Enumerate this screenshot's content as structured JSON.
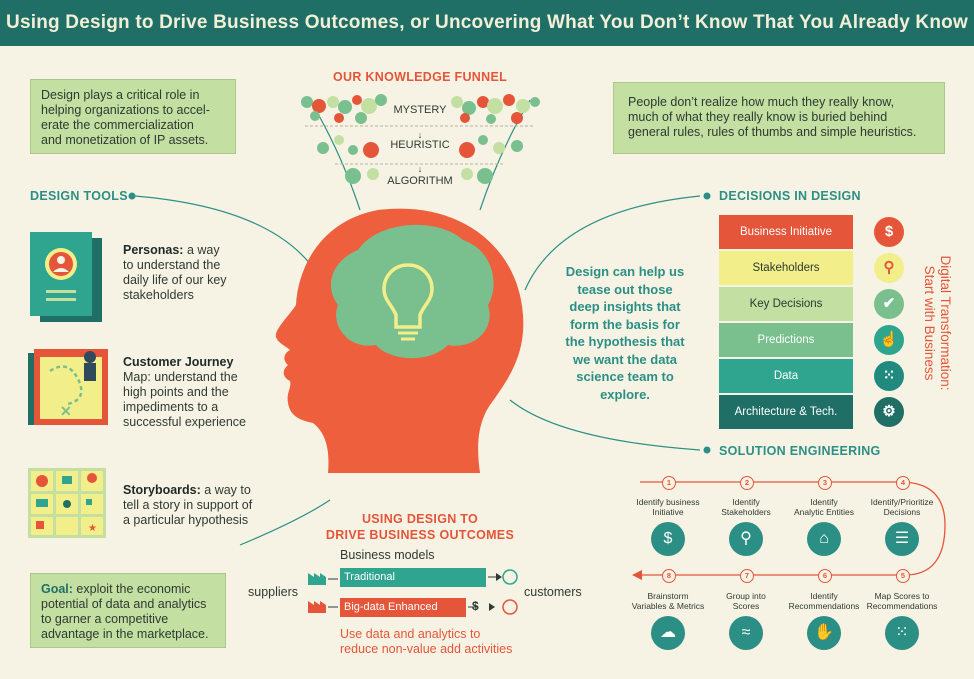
{
  "title": "Using Design to Drive Business Outcomes, or Uncovering What You Don’t Know That You Already Know",
  "intro_box": "Design plays a critical role in helping organizations to accelerate the commercialization and monetization of IP assets.",
  "intro_lines": [
    "Design plays a critical role in",
    "helping organizations to accel-",
    "erate the commercialization",
    "and monetization of IP assets."
  ],
  "knowledge_box_lines": [
    "People don’t realize how much they really know,",
    "much of what they really know is buried behind",
    "general rules, rules of thumbs and simple heuristics."
  ],
  "funnel": {
    "heading": "OUR KNOWLEDGE FUNNEL",
    "levels": [
      "MYSTERY",
      "HEURISTIC",
      "ALGORITHM"
    ]
  },
  "design_tools": {
    "heading": "DESIGN TOOLS",
    "items": [
      {
        "title": "Personas:",
        "lines": [
          "a way",
          "to understand the",
          "daily life of our key",
          "stakeholders"
        ]
      },
      {
        "title": "Customer Journey",
        "lines": [
          "Map: understand the",
          "high points and the",
          "impediments to a",
          "successful experience"
        ]
      },
      {
        "title": "Storyboards:",
        "lines": [
          "a way to",
          "tell a story in support of",
          "a particular hypothesis"
        ]
      }
    ]
  },
  "goal": {
    "label": "Goal:",
    "lines": [
      " exploit the economic",
      "potential of data and analytics",
      "to garner a competitive",
      "advantage in the marketplace."
    ]
  },
  "center_text_lines": [
    "Design can help us",
    "tease out those",
    "deep insights that",
    "form the basis for",
    "the hypothesis that",
    "we want the data",
    "science team to",
    "explore."
  ],
  "decisions": {
    "heading": "DECISIONS IN DESIGN",
    "bands": [
      {
        "label": "Business Initiative",
        "color": "#e4553a",
        "text_color": "#ffffff"
      },
      {
        "label": "Stakeholders",
        "color": "#f2ee8a",
        "text_color": "#2e3a33"
      },
      {
        "label": "Key Decisions",
        "color": "#c3dfa1",
        "text_color": "#2e3a33"
      },
      {
        "label": "Predictions",
        "color": "#79c08e",
        "text_color": "#ffffff"
      },
      {
        "label": "Data",
        "color": "#2fa58f",
        "text_color": "#ffffff"
      },
      {
        "label": "Architecture & Tech.",
        "color": "#1f6f67",
        "text_color": "#ffffff"
      }
    ],
    "icons": [
      {
        "name": "dollar-icon",
        "glyph": "$",
        "color": "#e4553a"
      },
      {
        "name": "search-icon",
        "glyph": "⚲",
        "color": "#f2ee8a"
      },
      {
        "name": "handshake-icon",
        "glyph": "✔",
        "color": "#79c08e"
      },
      {
        "name": "pointer-icon",
        "glyph": "☝",
        "color": "#2fa58f"
      },
      {
        "name": "scatter-icon",
        "glyph": "⁙",
        "color": "#1f8a7d"
      },
      {
        "name": "gear-icon",
        "glyph": "⚙",
        "color": "#1f6f67"
      }
    ],
    "side_text": [
      "Digital Transformation:",
      "Start with Business"
    ]
  },
  "solution": {
    "heading": "SOLUTION ENGINEERING",
    "top_steps": [
      {
        "num": "1",
        "label": [
          "Identify business",
          "Initiative"
        ],
        "icon": "dollar-icon",
        "glyph": "$"
      },
      {
        "num": "2",
        "label": [
          "Identify",
          "Stakeholders"
        ],
        "icon": "search-icon",
        "glyph": "⚲"
      },
      {
        "num": "3",
        "label": [
          "Identify",
          "Analytic Entities"
        ],
        "icon": "easel-icon",
        "glyph": "⌂"
      },
      {
        "num": "4",
        "label": [
          "Identify/Prioritize",
          "Decisions"
        ],
        "icon": "clipboard-icon",
        "glyph": "☰"
      }
    ],
    "bottom_steps": [
      {
        "num": "8",
        "label": [
          "Brainstorm",
          "Variables & Metrics"
        ],
        "icon": "brain-icon",
        "glyph": "☁"
      },
      {
        "num": "7",
        "label": [
          "Group into",
          "Scores"
        ],
        "icon": "wave-icon",
        "glyph": "≈"
      },
      {
        "num": "6",
        "label": [
          "Identify",
          "Recommendations"
        ],
        "icon": "thumbs-up-icon",
        "glyph": "✋"
      },
      {
        "num": "5",
        "label": [
          "Map Scores to",
          "Recommendations"
        ],
        "icon": "chart-icon",
        "glyph": "⁙"
      }
    ]
  },
  "outcomes": {
    "heading_lines": [
      "USING DESIGN TO",
      "DRIVE BUSINESS OUTCOMES"
    ],
    "models_label": "Business models",
    "suppliers": "suppliers",
    "customers": "customers",
    "traditional": "Traditional",
    "bigdata": "Big-data Enhanced",
    "dollar": "$",
    "note_lines": [
      "Use data and analytics to",
      "reduce non-value add activities"
    ]
  }
}
